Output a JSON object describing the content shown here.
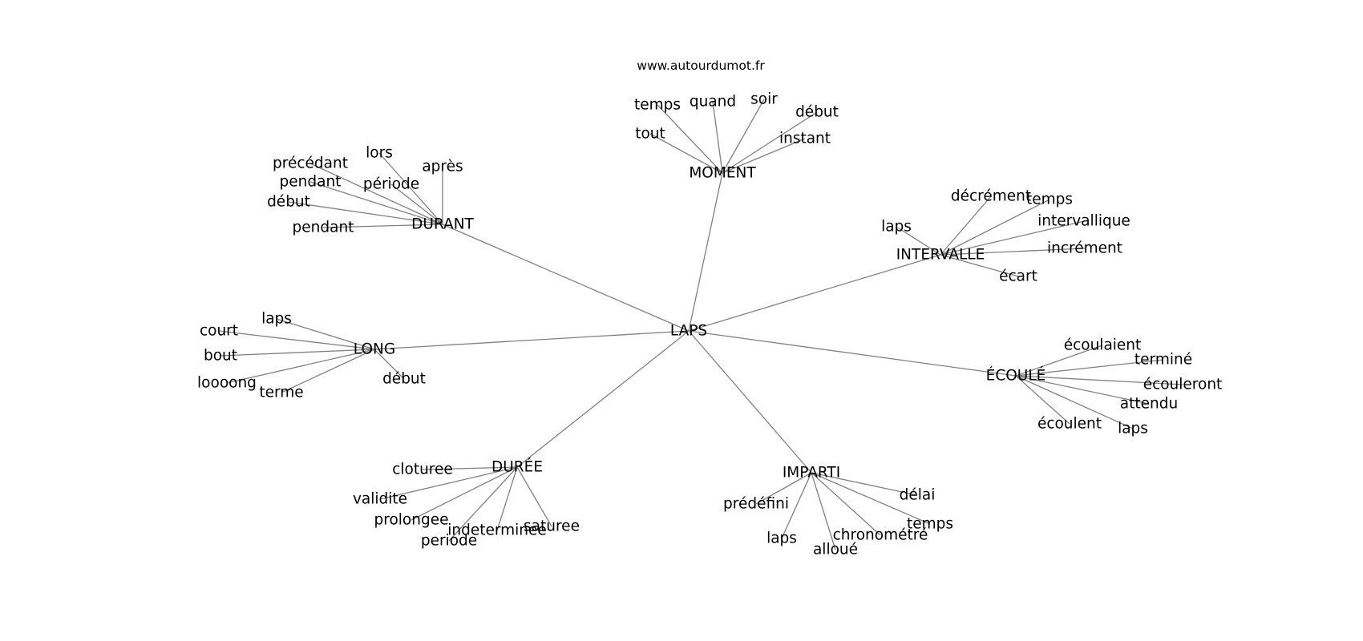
{
  "watermark": "www.autourdumot.fr",
  "center": "LAPS",
  "edge_color": "#808080",
  "hubs": [
    {
      "label": "MOMENT",
      "leaves": [
        "temps",
        "quand",
        "soir",
        "début",
        "tout",
        "instant"
      ]
    },
    {
      "label": "DURANT",
      "leaves": [
        "précédant",
        "lors",
        "après",
        "pendant",
        "période",
        "début",
        "pendant"
      ]
    },
    {
      "label": "INTERVALLE",
      "leaves": [
        "décrément",
        "temps",
        "laps",
        "intervallique",
        "incrément",
        "écart"
      ]
    },
    {
      "label": "LONG",
      "leaves": [
        "laps",
        "court",
        "bout",
        "loooong",
        "terme",
        "début"
      ]
    },
    {
      "label": "ÉCOULÉ",
      "leaves": [
        "écoulaient",
        "terminé",
        "écouleront",
        "attendu",
        "écoulent",
        "laps"
      ]
    },
    {
      "label": "DURÉE",
      "leaves": [
        "cloturee",
        "validite",
        "prolongee",
        "indeterminee",
        "saturee",
        "periode"
      ]
    },
    {
      "label": "IMPARTI",
      "leaves": [
        "délai",
        "prédéfini",
        "temps",
        "chronométré",
        "laps",
        "alloué"
      ]
    }
  ]
}
